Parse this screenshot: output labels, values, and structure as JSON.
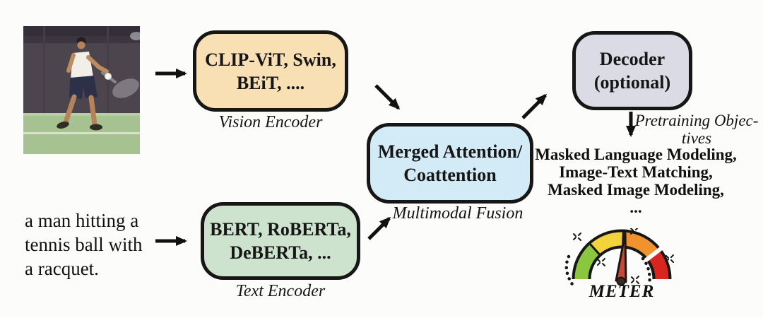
{
  "background_color": "#fcfcfa",
  "ink_color": "#161616",
  "photo": {
    "description": "man hitting a tennis ball on a court"
  },
  "caption": {
    "lines": [
      "a man hitting a",
      "tennis ball with",
      "a racquet."
    ]
  },
  "vision_box": {
    "lines": [
      "CLIP-ViT, Swin,",
      "BEiT, ...."
    ],
    "label": "Vision Encoder",
    "fill": "#f8dfb4"
  },
  "text_box": {
    "lines": [
      "BERT, RoBERTa,",
      "DeBERTa, ..."
    ],
    "label": "Text Encoder",
    "fill": "#cee3ce"
  },
  "fusion_box": {
    "lines": [
      "Merged Attention/",
      "Coattention"
    ],
    "label": "Multimodal Fusion",
    "fill": "#d3ebf6"
  },
  "decoder_box": {
    "lines": [
      "Decoder",
      "(optional)"
    ],
    "fill": "#dadbe4"
  },
  "pretraining": {
    "label_lines": [
      "Pretraining Objec-",
      "tives"
    ],
    "objectives": [
      "Masked Language Modeling,",
      "Image-Text Matching,",
      "Masked Image Modeling,",
      "..."
    ]
  },
  "meter": {
    "label": "METER",
    "segment_colors": [
      "#8bc63f",
      "#f2d33c",
      "#f0932f",
      "#d8251f"
    ],
    "needle_color": "#c8473b"
  }
}
